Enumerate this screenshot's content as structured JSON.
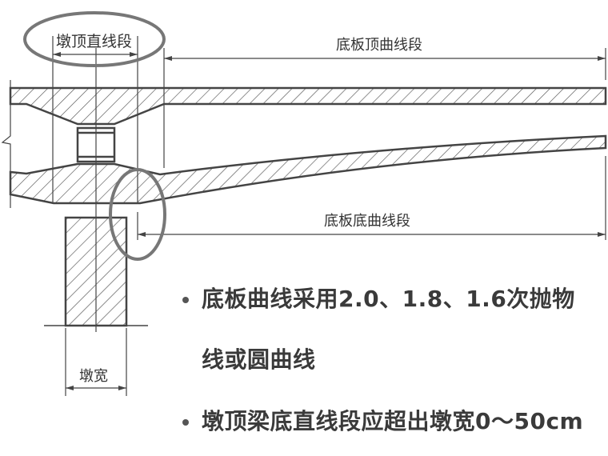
{
  "labels": {
    "pier_top_straight": "墩顶直线段",
    "slab_top_curve": "底板顶曲线段",
    "slab_bottom_curve": "底板底曲线段",
    "pier_width": "墩宽"
  },
  "bullets": [
    {
      "line1": "底板曲线采用2.0、1.8、1.6次抛物",
      "line2": "线或圆曲线"
    },
    {
      "line1": "墩顶梁底直线段应超出墩宽0～50cm"
    }
  ],
  "colors": {
    "line": "#444444",
    "highlight": "#777777"
  }
}
